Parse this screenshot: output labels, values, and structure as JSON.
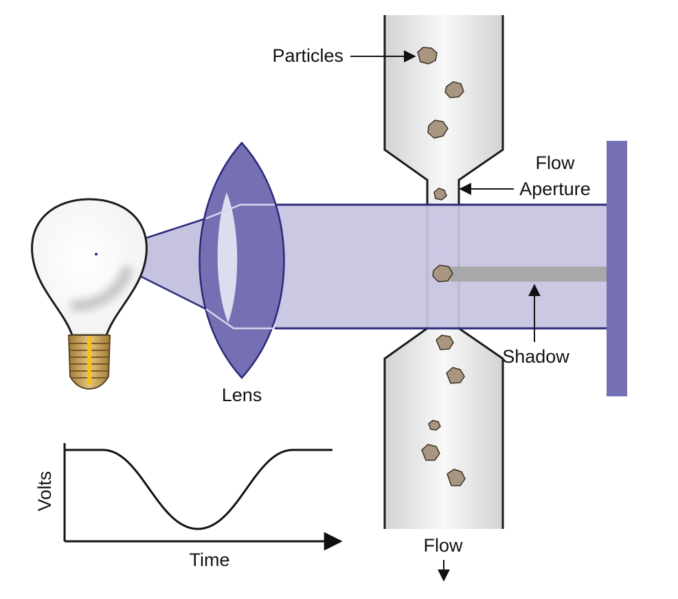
{
  "labels": {
    "particles": "Particles",
    "flow_aperture_line1": "Flow",
    "flow_aperture_line2": "Aperture",
    "lens": "Lens",
    "shadow": "Shadow",
    "flow": "Flow",
    "volts": "Volts",
    "time": "Time"
  },
  "colors": {
    "beam": "#c6c3e1",
    "lens": "#7570b3",
    "lens_highlight": "#e4e2f2",
    "detector": "#7570b3",
    "shadow": "#a8a9ab",
    "particle": "#a89680",
    "tube_edge": "#d2d3d5",
    "tube_center": "#f8f8f8",
    "bulb_base": "#c8a25a",
    "filament": "#f4c21d"
  },
  "icons": {
    "light_source": "light-bulb-icon",
    "lens": "convex-lens-icon",
    "detector": "detector-plate-icon"
  }
}
